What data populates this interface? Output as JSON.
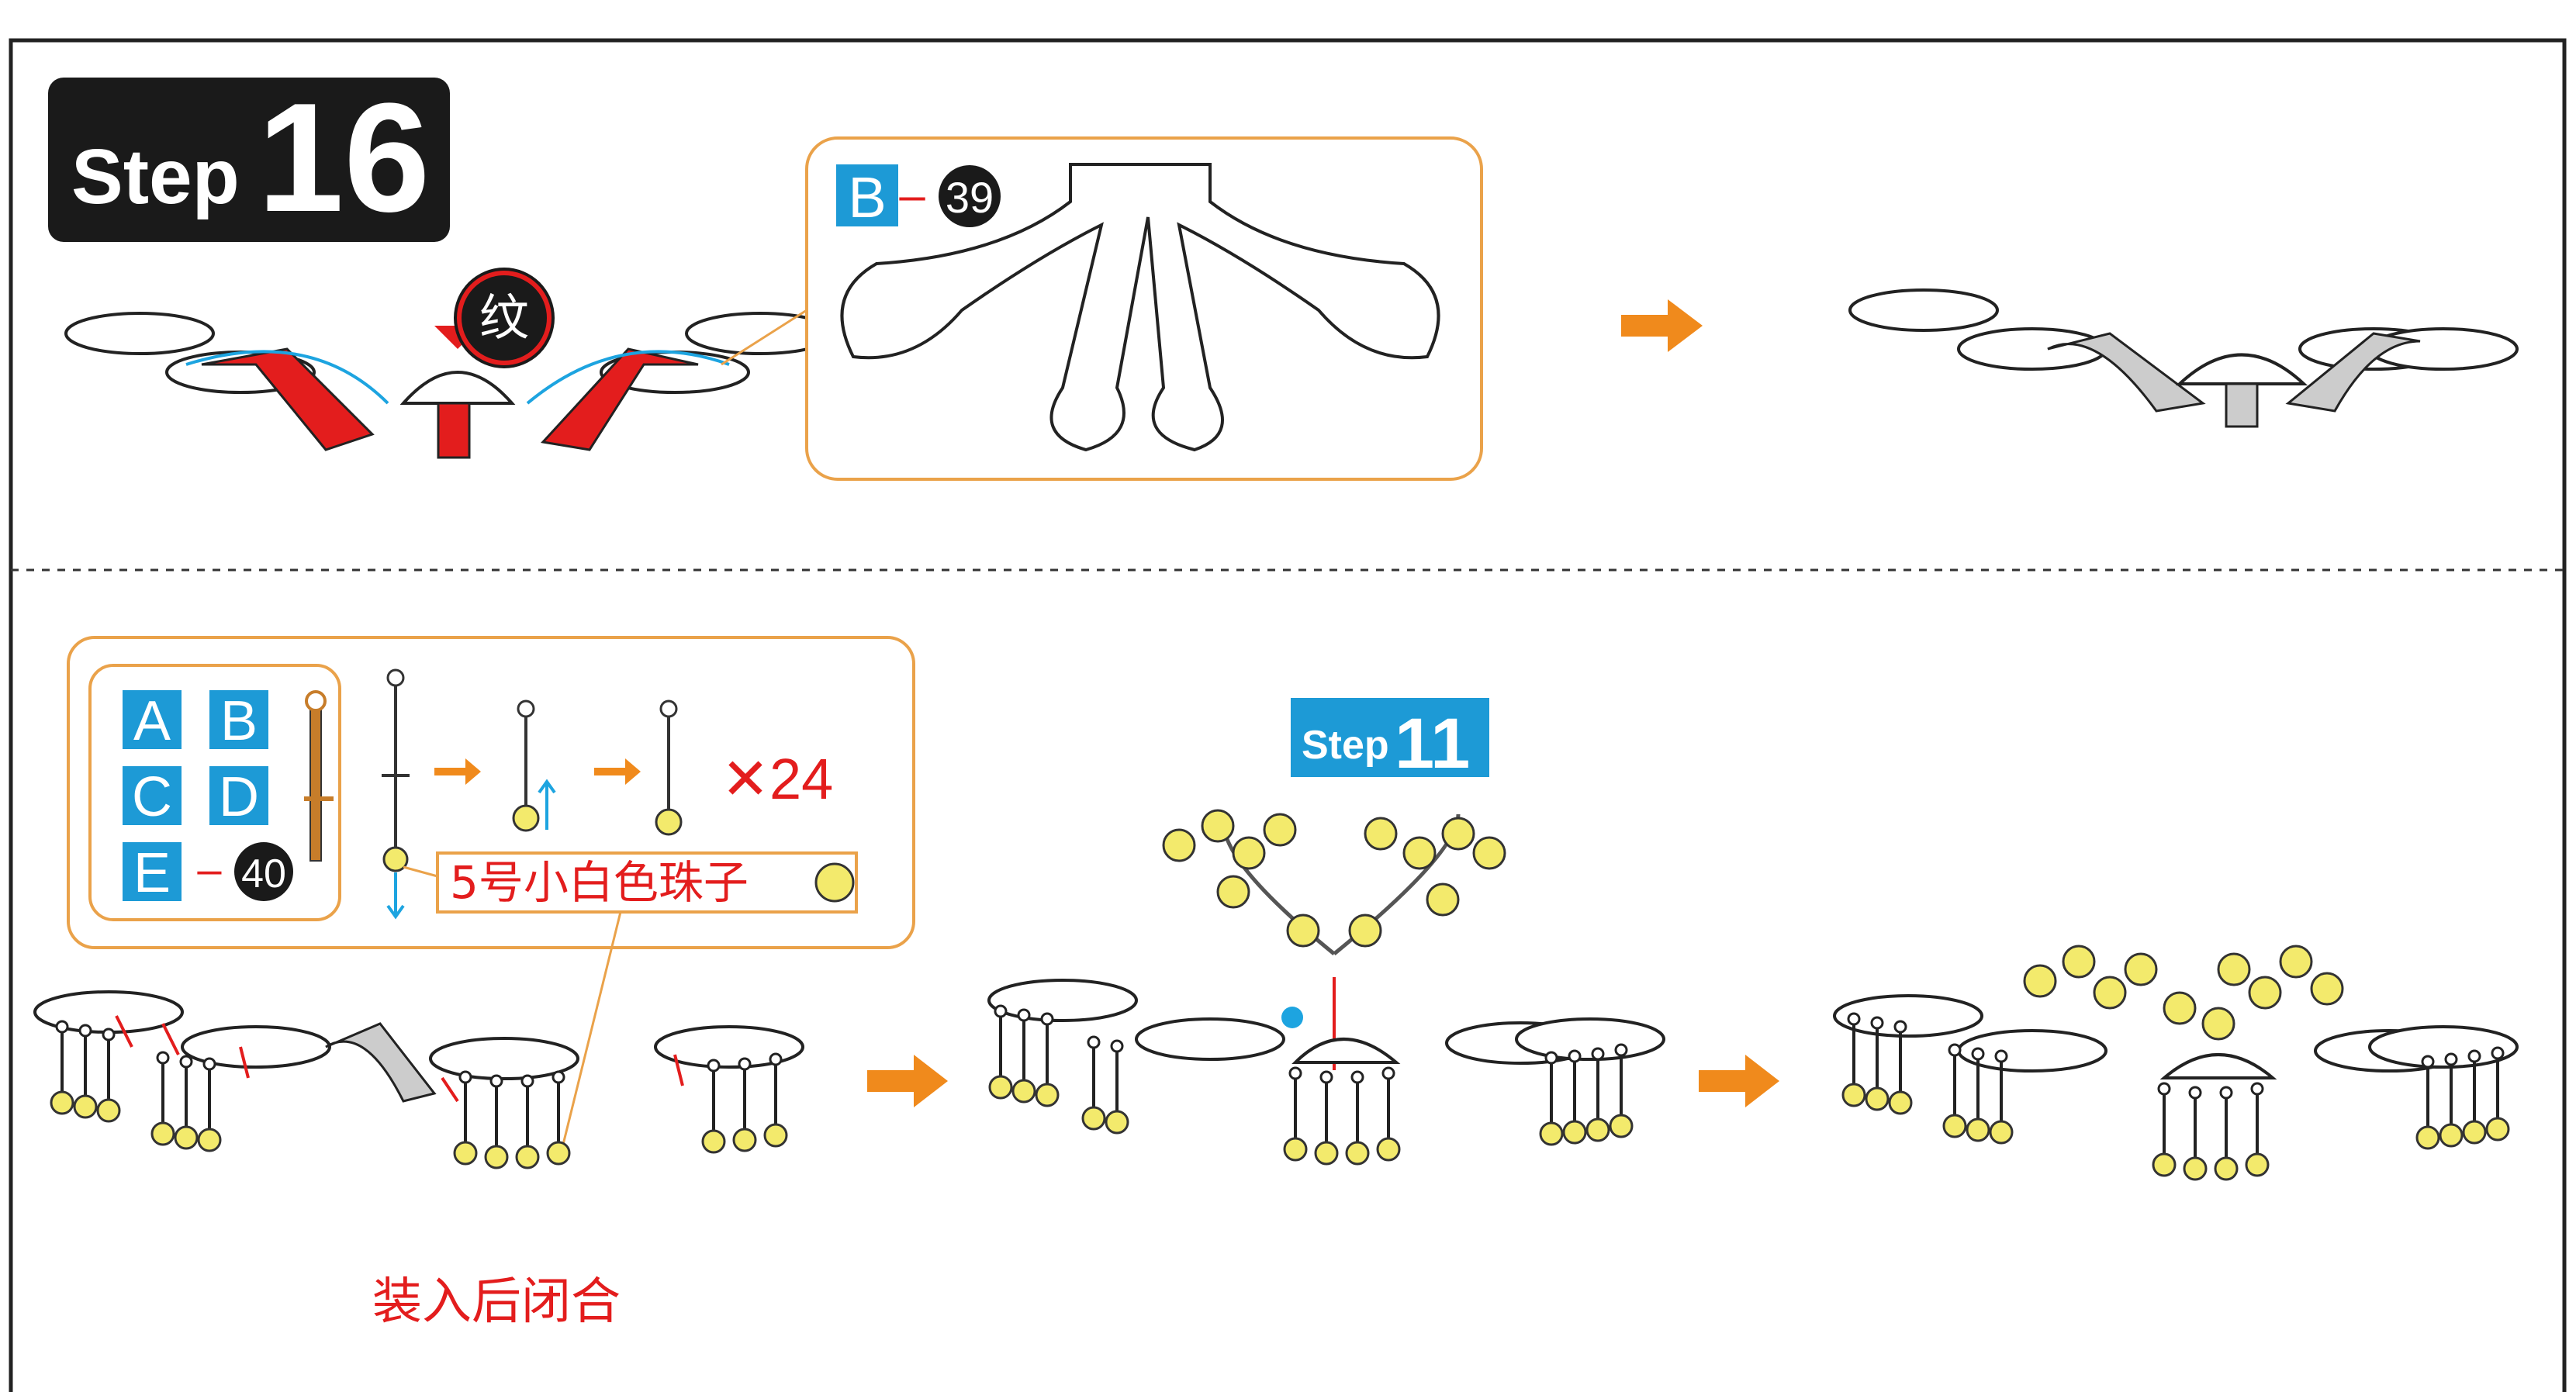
{
  "step": {
    "word": "Step",
    "number": "16"
  },
  "top_callout": {
    "part_letter": "B",
    "dash": "–",
    "part_number": "39"
  },
  "pattern_marker": "纹",
  "bottom_callout": {
    "letters": [
      "A",
      "B",
      "C",
      "D",
      "E"
    ],
    "dash": "–",
    "part_number": "40",
    "quantity": "✕24",
    "bead_label": "5号小白色珠子"
  },
  "step_ref": {
    "word": "Step",
    "number": "11"
  },
  "close_note": "装入后闭合",
  "colors": {
    "accent_orange": "#f08a1c",
    "part_blue": "#1d9ad6",
    "pattern_red": "#e31d1d",
    "bead_yellow": "#f3ea6c",
    "callout_border": "#eaa24a",
    "badge_black": "#1a1a1a",
    "guide_blue": "#1da4e0"
  },
  "icons": [
    "arrow-right-icon",
    "bead-icon",
    "pin-icon",
    "down-arrow-icon",
    "up-arrow-icon"
  ]
}
